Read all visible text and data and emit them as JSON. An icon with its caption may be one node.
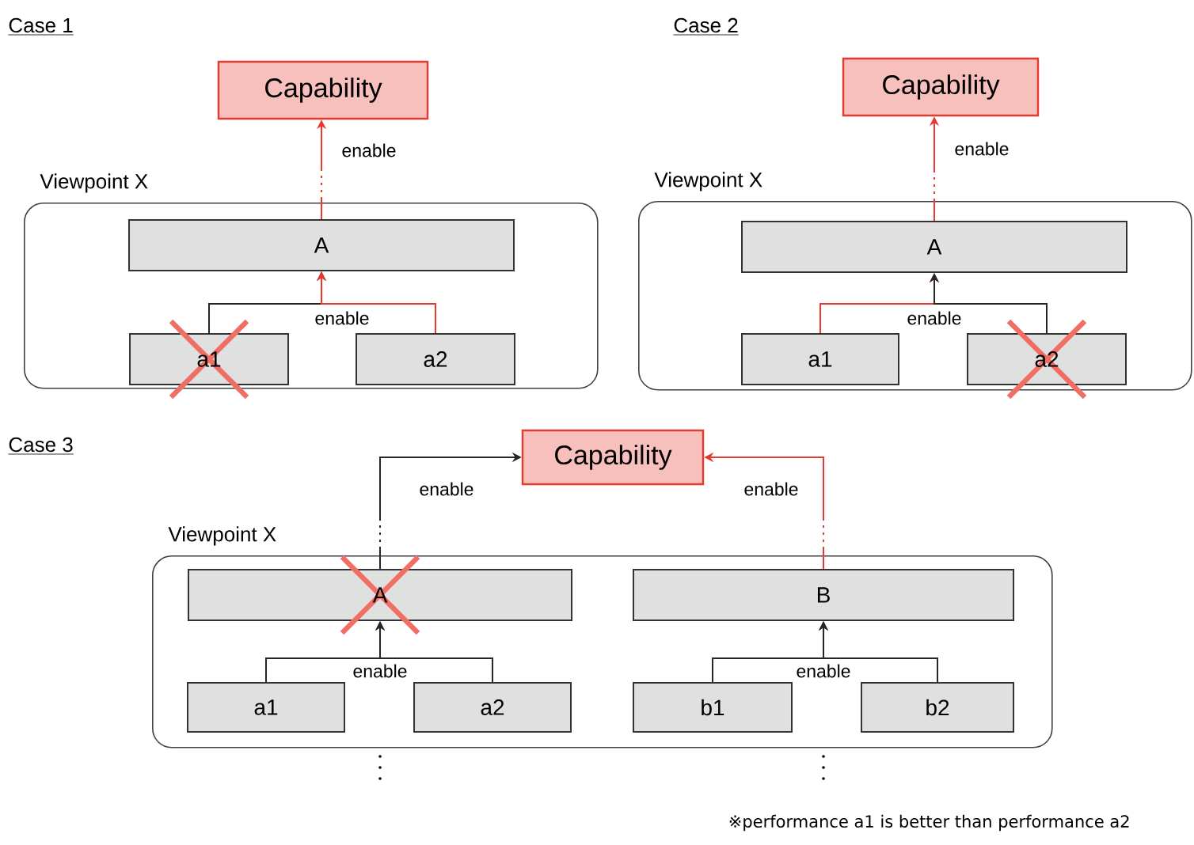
{
  "diagram": {
    "nodes": [
      {
        "text": [
          "Capability"
        ]
      },
      {
        "text": [
          "Viewpoint X"
        ]
      },
      {
        "text": [
          "A"
        ],
        "in": 1
      },
      {
        "text": [
          "a1"
        ],
        "in": 1
      },
      {
        "text": [
          "a2"
        ],
        "in": 1
      },
      {
        "text": [
          "Capability"
        ]
      },
      {
        "text": [
          "Viewpoint X"
        ]
      },
      {
        "text": [
          "A"
        ],
        "in": 6
      },
      {
        "text": [
          "a1"
        ],
        "in": 6
      },
      {
        "text": [
          "a2"
        ],
        "in": 6
      },
      {
        "text": [
          "Capability"
        ]
      },
      {
        "text": [
          "Viewpoint X"
        ]
      },
      {
        "text": [
          "A"
        ],
        "in": 11
      },
      {
        "text": [
          "B"
        ],
        "in": 11
      },
      {
        "text": [
          "a1"
        ],
        "in": 11
      },
      {
        "text": [
          "a2"
        ],
        "in": 11
      },
      {
        "text": [
          "b1"
        ],
        "in": 11
      },
      {
        "text": [
          "b2"
        ],
        "in": 11
      }
    ],
    "edges": [
      {
        "from": 3,
        "to": 2,
        "arrow": "to",
        "label": "enable"
      },
      {
        "from": 4,
        "to": 2,
        "arrow": "to",
        "color": "#e8392e"
      },
      {
        "from": 2,
        "to": 0,
        "arrow": "to",
        "label": "enable",
        "style": "dashed",
        "color": "#e8392e"
      },
      {
        "from": 8,
        "to": 7,
        "arrow": "to",
        "label": "enable",
        "color": "#e8392e"
      },
      {
        "from": 9,
        "to": 7,
        "arrow": "to"
      },
      {
        "from": 7,
        "to": 5,
        "arrow": "to",
        "label": "enable",
        "style": "dashed",
        "color": "#e8392e"
      },
      {
        "from": 14,
        "to": 12,
        "arrow": "to",
        "label": "enable"
      },
      {
        "from": 15,
        "to": 12,
        "arrow": "to"
      },
      {
        "from": 16,
        "to": 13,
        "arrow": "to",
        "label": "enable"
      },
      {
        "from": 17,
        "to": 13,
        "arrow": "to"
      },
      {
        "from": 12,
        "to": 10,
        "arrow": "to",
        "label": "enable",
        "style": "dashed"
      },
      {
        "from": 13,
        "to": 10,
        "arrow": "to",
        "label": "enable",
        "style": "dashed",
        "color": "#e8392e"
      }
    ],
    "labels": [
      "Case 1",
      "Case 2",
      "Case 3",
      "※performance a1 is better than performance a2"
    ]
  }
}
